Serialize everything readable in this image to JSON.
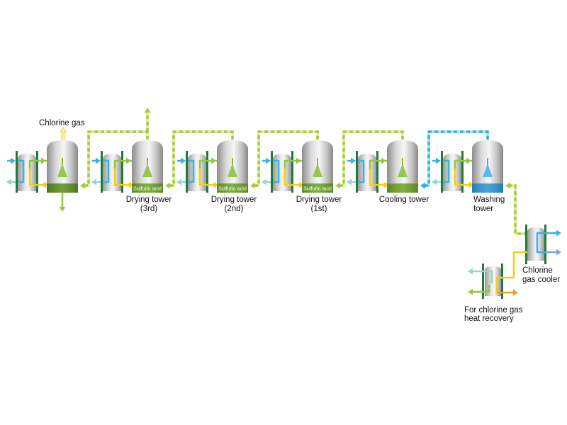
{
  "diagram": {
    "product_label": "Chlorine gas",
    "units": [
      {
        "band_color": "#5e8f1d",
        "spray_color": "#86c03a"
      },
      {
        "band_color": "#6ea526",
        "spray_color": "#86c03a",
        "band_label": "Sulfuric acid",
        "label": [
          "Drying tower",
          "(3rd)"
        ]
      },
      {
        "band_color": "#6ea526",
        "spray_color": "#86c03a",
        "band_label": "Sulfuric acid",
        "label": [
          "Drying tower",
          "(2nd)"
        ]
      },
      {
        "band_color": "#6ea526",
        "spray_color": "#86c03a",
        "band_label": "Sulfuric acid",
        "label": [
          "Drying tower",
          "(1st)"
        ]
      },
      {
        "band_color": "#6ea526",
        "spray_color": "#86c03a",
        "label": [
          "Cooling tower"
        ]
      },
      {
        "band_color": "#2c97d6",
        "spray_color": "#3fb2ea",
        "label": [
          "Washing",
          "tower"
        ]
      }
    ],
    "chlorine_gas_cooler": {
      "label": [
        "Chlorine",
        "gas cooler"
      ]
    },
    "heat_recovery_exchanger": {
      "label": [
        "For chlorine gas",
        "heat recovery"
      ]
    }
  },
  "colors": {
    "gas_pipe": "#a3cb3a",
    "gas_pipe_light": "#dcec9e",
    "wash_pipe": "#33ade3",
    "wash_pipe_light": "#a9ddf4",
    "coolant_in": "#38b3e6",
    "coolant_out": "#9cd4ca",
    "hot_stream": "#f6cf12",
    "cool_stream": "#92c83e",
    "product_gas": "#f7f1a6",
    "product_gas_edge": "#e6d24a",
    "tube_sheet": "#1f7a3b",
    "recovered_heat": "#f39c1f",
    "cooler_water_out": "#7fa6cf"
  }
}
